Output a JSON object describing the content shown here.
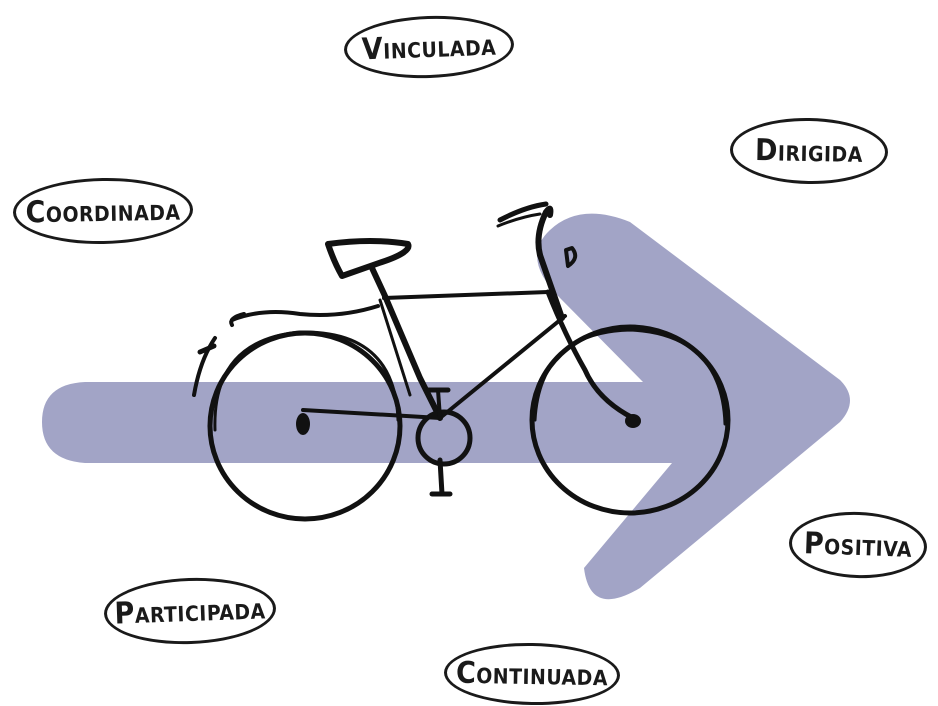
{
  "diagram": {
    "colors": {
      "arrow": "#a2a4c6",
      "ink": "#111111",
      "background": "#ffffff"
    },
    "center_icon": "bicycle-icon",
    "labels": {
      "vinculada": "Vinculada",
      "dirigida": "Dirigida",
      "coordinada": "Coordinada",
      "positiva": "Positiva",
      "participada": "Participada",
      "continuada": "Continuada"
    }
  }
}
